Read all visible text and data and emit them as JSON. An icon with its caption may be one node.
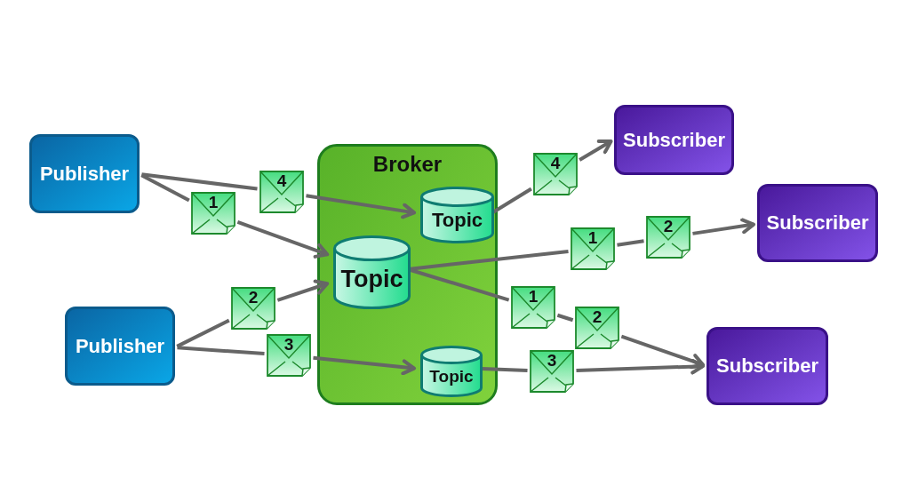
{
  "diagram": {
    "nodes": [
      {
        "text": [
          "Publisher"
        ]
      },
      {
        "text": [
          "Publisher"
        ]
      },
      {
        "text": [
          "Broker"
        ]
      },
      {
        "text": [
          "Topic"
        ],
        "in": 2
      },
      {
        "text": [
          "Topic"
        ],
        "in": 2
      },
      {
        "text": [
          "Topic"
        ],
        "in": 2
      },
      {
        "text": [
          "Subscriber"
        ]
      },
      {
        "text": [
          "Subscriber"
        ]
      },
      {
        "text": [
          "Subscriber"
        ]
      },
      {
        "text": [
          "4"
        ]
      },
      {
        "text": [
          "1"
        ]
      },
      {
        "text": [
          "2"
        ]
      },
      {
        "text": [
          "3"
        ]
      },
      {
        "text": [
          "4"
        ]
      },
      {
        "text": [
          "1"
        ]
      },
      {
        "text": [
          "2"
        ]
      },
      {
        "text": [
          "1"
        ]
      },
      {
        "text": [
          "2"
        ]
      },
      {
        "text": [
          "3"
        ]
      }
    ],
    "edges": [
      {
        "from": 0,
        "to": 9,
        "arrow": "none"
      },
      {
        "from": 9,
        "to": 3,
        "arrow": "to"
      },
      {
        "from": 0,
        "to": 10,
        "arrow": "none"
      },
      {
        "from": 10,
        "to": 4,
        "arrow": "to"
      },
      {
        "from": 1,
        "to": 11,
        "arrow": "none"
      },
      {
        "from": 11,
        "to": 4,
        "arrow": "to"
      },
      {
        "from": 1,
        "to": 12,
        "arrow": "none"
      },
      {
        "from": 12,
        "to": 5,
        "arrow": "to"
      },
      {
        "from": 3,
        "to": 13,
        "arrow": "none"
      },
      {
        "from": 13,
        "to": 6,
        "arrow": "to"
      },
      {
        "from": 4,
        "to": 14,
        "arrow": "none"
      },
      {
        "from": 14,
        "to": 15,
        "arrow": "none"
      },
      {
        "from": 15,
        "to": 7,
        "arrow": "to"
      },
      {
        "from": 4,
        "to": 16,
        "arrow": "none"
      },
      {
        "from": 16,
        "to": 17,
        "arrow": "none"
      },
      {
        "from": 17,
        "to": 8,
        "arrow": "to"
      },
      {
        "from": 5,
        "to": 18,
        "arrow": "none"
      },
      {
        "from": 18,
        "to": 8,
        "arrow": "to"
      }
    ]
  }
}
